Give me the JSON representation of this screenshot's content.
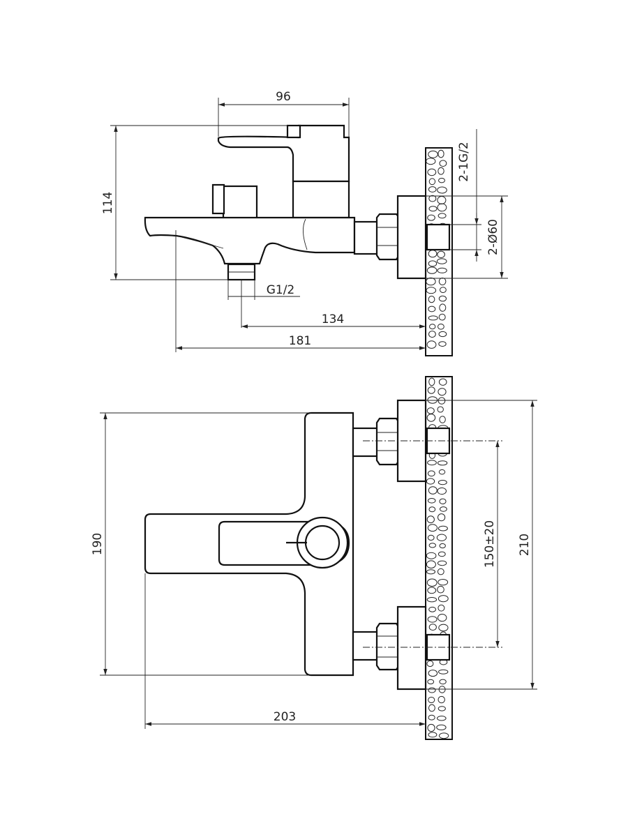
{
  "side_view": {
    "width_label": "96",
    "height_label": "114",
    "inlet_thread_label": "2-1G/2",
    "flange_label": "2-Ø60",
    "outlet_thread_label": "G1/2",
    "depth_outlet_label": "134",
    "depth_total_label": "181"
  },
  "front_view": {
    "height_label": "190",
    "center_distance_label": "150±20",
    "flange_span_label": "210",
    "width_label": "203"
  },
  "colors": {
    "line": "#222222",
    "background": "#ffffff"
  }
}
